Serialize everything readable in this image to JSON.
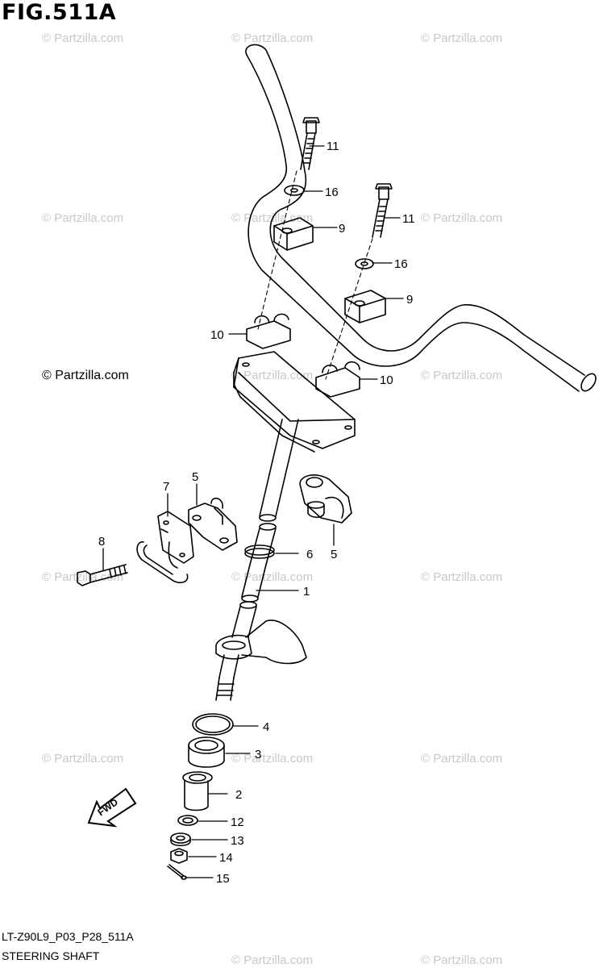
{
  "figure": {
    "title": "FIG.511A",
    "code": "LT-Z90L9_P03_P28_511A",
    "caption": "STEERING SHAFT"
  },
  "watermark": "© Partzilla.com",
  "fwd_label": "FWD",
  "callouts": [
    {
      "id": "c11a",
      "label": "11"
    },
    {
      "id": "c16a",
      "label": "16"
    },
    {
      "id": "c9a",
      "label": "9"
    },
    {
      "id": "c11b",
      "label": "11"
    },
    {
      "id": "c16b",
      "label": "16"
    },
    {
      "id": "c9b",
      "label": "9"
    },
    {
      "id": "c10a",
      "label": "10"
    },
    {
      "id": "c10b",
      "label": "10"
    },
    {
      "id": "c7",
      "label": "7"
    },
    {
      "id": "c5a",
      "label": "5"
    },
    {
      "id": "c8",
      "label": "8"
    },
    {
      "id": "c6",
      "label": "6"
    },
    {
      "id": "c5b",
      "label": "5"
    },
    {
      "id": "c1",
      "label": "1"
    },
    {
      "id": "c4",
      "label": "4"
    },
    {
      "id": "c3",
      "label": "3"
    },
    {
      "id": "c2",
      "label": "2"
    },
    {
      "id": "c12",
      "label": "12"
    },
    {
      "id": "c13",
      "label": "13"
    },
    {
      "id": "c14",
      "label": "14"
    },
    {
      "id": "c15",
      "label": "15"
    }
  ]
}
